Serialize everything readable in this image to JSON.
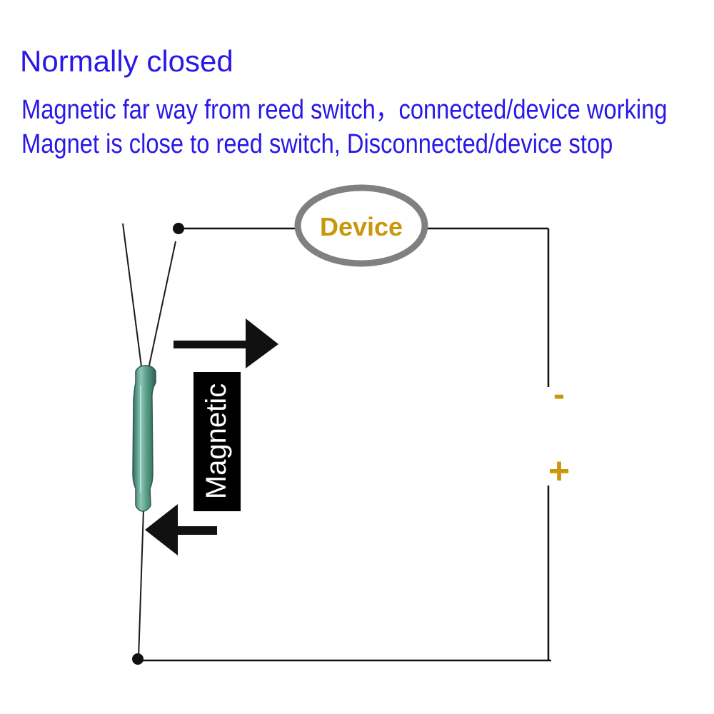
{
  "header": {
    "title": "Normally closed",
    "line1": "Magnetic far way from reed switch，connected/device working",
    "line2": "Magnet is close to reed switch, Disconnected/device stop"
  },
  "circuit": {
    "device_label": "Device",
    "magnet_label": "Magnetic",
    "battery_minus": "-",
    "battery_plus": "+"
  },
  "colors": {
    "heading_text": "#2b17e6",
    "label_gold": "#c9960c",
    "wire": "#111111",
    "device_ring": "#808080",
    "reed_glass": "#5a9c88"
  },
  "icons": {
    "arrow_right": "arrow-right-icon",
    "arrow_left": "arrow-left-icon"
  }
}
